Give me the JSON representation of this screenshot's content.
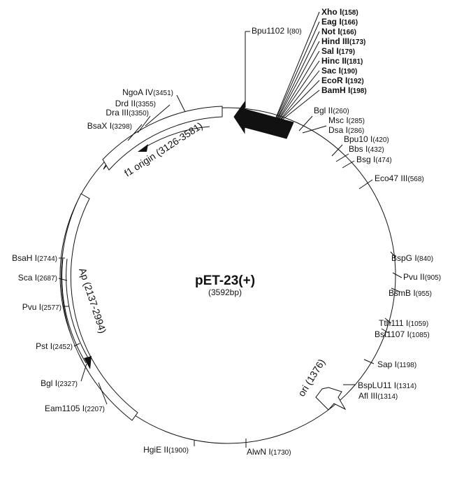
{
  "plasmid": {
    "name": "pET-23(+)",
    "size": "(3592bp)"
  },
  "mcs_sites": [
    {
      "name": "Xho I",
      "pos": "(158)"
    },
    {
      "name": "Eag I",
      "pos": "(166)"
    },
    {
      "name": "Not I",
      "pos": "(166)"
    },
    {
      "name": "Hind III",
      "pos": "(173)"
    },
    {
      "name": "Sal I",
      "pos": "(179)"
    },
    {
      "name": "Hinc II",
      "pos": "(181)"
    },
    {
      "name": "Sac I",
      "pos": "(190)"
    },
    {
      "name": "EcoR I",
      "pos": "(192)"
    },
    {
      "name": "BamH I",
      "pos": "(198)"
    }
  ],
  "sites": [
    {
      "name": "Bpu1102 I",
      "pos": "(80)"
    },
    {
      "name": "Bgl II",
      "pos": "(260)"
    },
    {
      "name": "Msc I",
      "pos": "(285)"
    },
    {
      "name": "Dsa I",
      "pos": "(286)"
    },
    {
      "name": "Bpu10 I",
      "pos": "(420)"
    },
    {
      "name": "Bbs I",
      "pos": "(432)"
    },
    {
      "name": "Bsg I",
      "pos": "(474)"
    },
    {
      "name": "Eco47 III",
      "pos": "(568)"
    },
    {
      "name": "BspG I",
      "pos": "(840)"
    },
    {
      "name": "Pvu II",
      "pos": "(905)"
    },
    {
      "name": "BsmB I",
      "pos": "(955)"
    },
    {
      "name": "Tth111 I",
      "pos": "(1059)"
    },
    {
      "name": "Bst1107 I",
      "pos": "(1085)"
    },
    {
      "name": "Sap I",
      "pos": "(1198)"
    },
    {
      "name": "BspLU11 I",
      "pos": "(1314)"
    },
    {
      "name": "Afl III",
      "pos": "(1314)"
    },
    {
      "name": "AlwN I",
      "pos": "(1730)"
    },
    {
      "name": "HgiE II",
      "pos": "(1900)"
    },
    {
      "name": "Eam1105 I",
      "pos": "(2207)"
    },
    {
      "name": "Bgl I",
      "pos": "(2327)"
    },
    {
      "name": "Pst I",
      "pos": "(2452)"
    },
    {
      "name": "Pvu I",
      "pos": "(2577)"
    },
    {
      "name": "Sca I",
      "pos": "(2687)"
    },
    {
      "name": "BsaH I",
      "pos": "(2744)"
    },
    {
      "name": "BsaX I",
      "pos": "(3298)"
    },
    {
      "name": "Dra III",
      "pos": "(3350)"
    },
    {
      "name": "Drd II",
      "pos": "(3355)"
    },
    {
      "name": "NgoA IV",
      "pos": "(3451)"
    }
  ],
  "features": {
    "f1": "f1 origin (3126-3581)",
    "ap": "Ap (2137-2994)",
    "ori": "ori (1376)"
  }
}
